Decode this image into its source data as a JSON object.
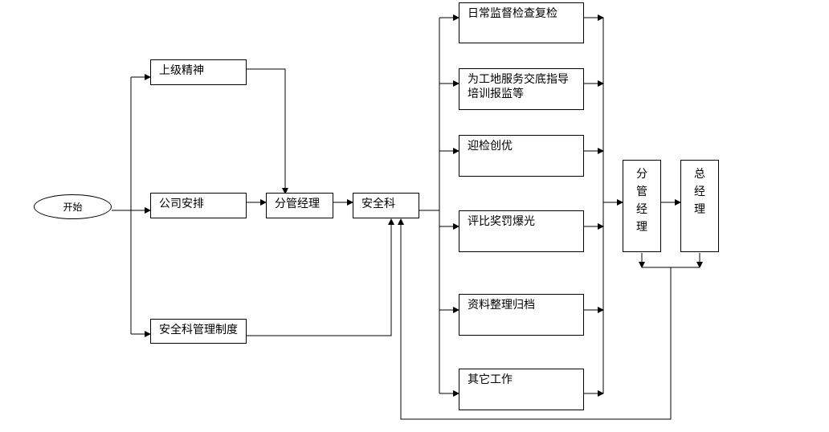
{
  "nodes": {
    "start": "开始",
    "superior_spirit": "上级精神",
    "company_arrangement": "公司安排",
    "safety_system": "安全科管理制度",
    "branch_manager_left": "分管经理",
    "safety_dept": "安全科",
    "daily_inspection": "日常监督检查复检",
    "site_service": "为工地服务交底指导培训报监等",
    "inspection_excellence": "迎检创优",
    "evaluation": "评比奖罚爆光",
    "archiving": "资料整理归档",
    "other_work": "其它工作",
    "branch_manager_right": "分管经理",
    "general_manager": "总经理"
  }
}
